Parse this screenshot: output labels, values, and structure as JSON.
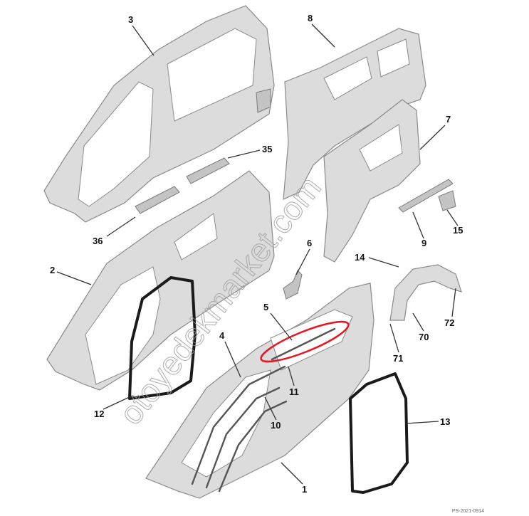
{
  "diagram": {
    "callouts": {
      "p1": "1",
      "p2": "2",
      "p3": "3",
      "p4": "4",
      "p5": "5",
      "p6": "6",
      "p7": "7",
      "p8": "8",
      "p9": "9",
      "p10": "10",
      "p11": "11",
      "p12": "12",
      "p13": "13",
      "p14": "14",
      "p15": "15",
      "p35": "35",
      "p36": "36",
      "p70": "70",
      "p71": "71",
      "p72": "72"
    },
    "highlight_color": "#e8141e",
    "watermark": "otoyedekmarket.com",
    "footer_code": "PS-2021-0914"
  }
}
